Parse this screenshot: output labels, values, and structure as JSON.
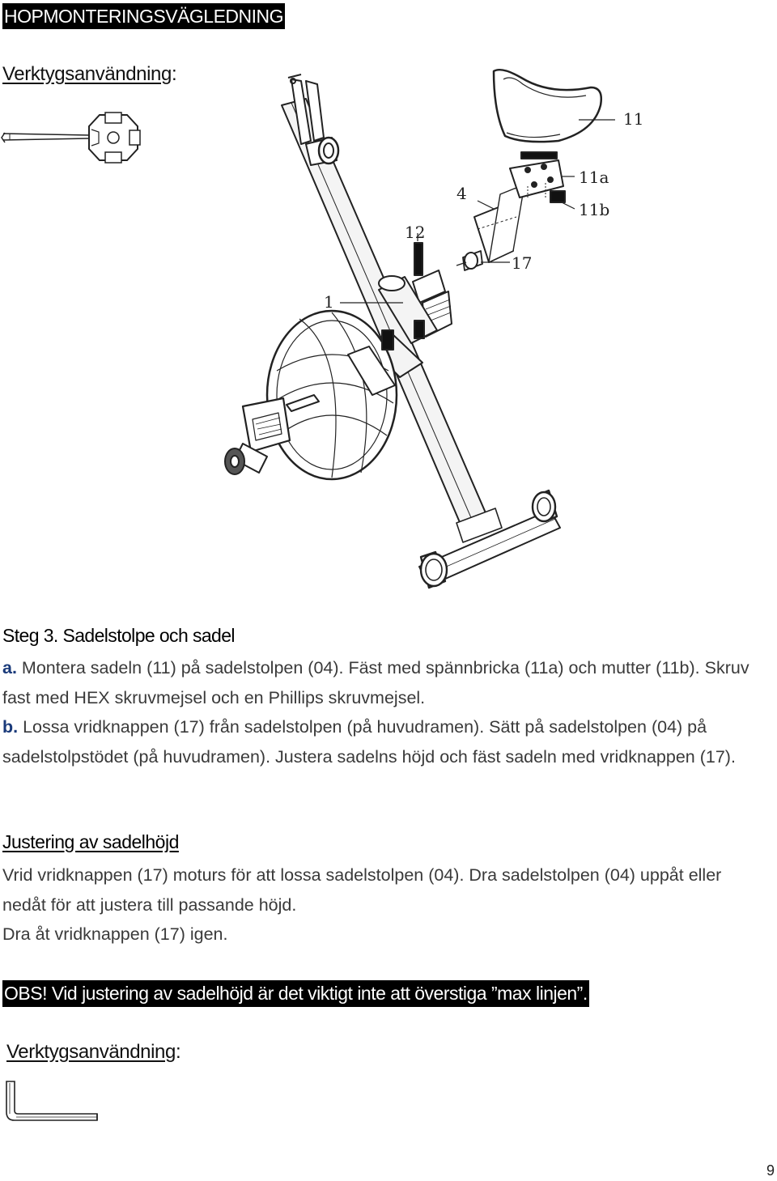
{
  "header": {
    "title": "HOPMONTERINGSVÄGLEDNING"
  },
  "tool_usage_top": {
    "label": "Verktygsanvändning",
    "colon": ":"
  },
  "diagram": {
    "callouts": [
      "11",
      "11a",
      "11b",
      "4",
      "12",
      "17",
      "1"
    ],
    "tool_top_icon": "combination-wrench-icon",
    "tool_bottom_icon": "allen-key-icon"
  },
  "step3": {
    "title": "Steg 3. Sadelstolpe och sadel",
    "a_label": "a.",
    "a_text": " Montera sadeln (11) på sadelstolpen (04). Fäst med spännbricka (11a) och mutter (11b). Skruv fast med HEX skruvmejsel och en Phillips skruvmejsel.",
    "b_label": "b.",
    "b_text": " Lossa vridknappen (17) från sadelstolpen (på huvudramen). Sätt på sadelstolpen (04) på sadelstolpstödet (på huvudramen). Justera sadelns höjd och fäst sadeln med vridknappen (17)."
  },
  "adjustment": {
    "title": "Justering av sadelhöjd",
    "line1": "Vrid vridknappen (17) moturs för att lossa sadelstolpen (04). Dra sadelstolpen (04) uppåt eller nedåt för att justera till passande höjd.",
    "line2": "Dra åt vridknappen (17) igen."
  },
  "warning": {
    "text": "OBS! Vid justering av sadelhöjd är det viktigt inte att överstiga ”max linjen”."
  },
  "tool_usage_bottom": {
    "label": "Verktygsanvändning",
    "colon": ":"
  },
  "footer": {
    "page_number": "9"
  }
}
